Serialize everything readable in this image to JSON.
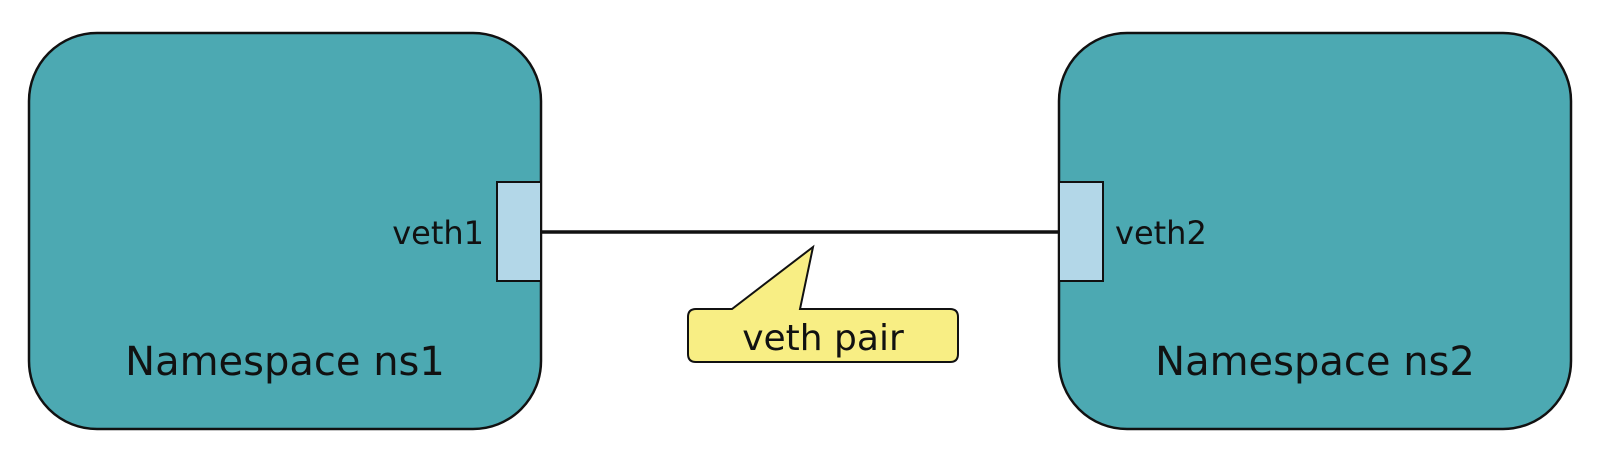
{
  "colors": {
    "namespace_fill": "#4ca9b2",
    "interface_fill": "#b3d7e8",
    "callout_fill": "#f8ee84",
    "stroke": "#111111"
  },
  "namespaces": [
    {
      "label": "Namespace ns1",
      "interface": "veth1"
    },
    {
      "label": "Namespace ns2",
      "interface": "veth2"
    }
  ],
  "link": {
    "label": "veth pair"
  }
}
